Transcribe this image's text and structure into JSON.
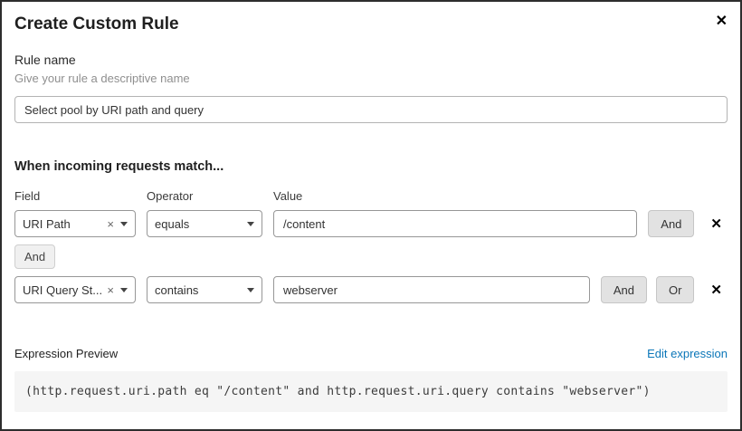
{
  "dialog": {
    "title": "Create Custom Rule",
    "close_icon": "✕"
  },
  "rule_name": {
    "label": "Rule name",
    "hint": "Give your rule a descriptive name",
    "value": "Select pool by URI path and query"
  },
  "match": {
    "heading": "When incoming requests match...",
    "col_field": "Field",
    "col_operator": "Operator",
    "col_value": "Value",
    "connector_label": "And",
    "rows": [
      {
        "field": "URI Path",
        "clear_icon": "×",
        "operator": "equals",
        "value": "/content",
        "and_label": "And",
        "remove_icon": "✕"
      },
      {
        "field": "URI Query St...",
        "clear_icon": "×",
        "operator": "contains",
        "value": "webserver",
        "and_label": "And",
        "or_label": "Or",
        "remove_icon": "✕"
      }
    ]
  },
  "expression": {
    "label": "Expression Preview",
    "edit_link": "Edit expression",
    "code": "(http.request.uri.path eq \"/content\" and http.request.uri.query contains \"webserver\")"
  },
  "colors": {
    "link_blue": "#0b76b8",
    "button_gray": "#e2e2e2",
    "code_background": "#f5f5f5"
  }
}
